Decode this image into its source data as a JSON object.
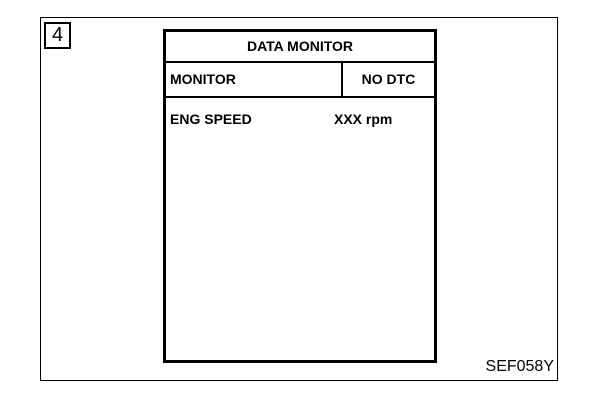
{
  "step_number": "4",
  "screen": {
    "title": "DATA MONITOR",
    "mode_label": "MONITOR",
    "status": "NO DTC",
    "rows": [
      {
        "name": "ENG SPEED",
        "value": "XXX rpm"
      }
    ]
  },
  "reference_code": "SEF058Y",
  "colors": {
    "line": "#000000",
    "background": "#ffffff"
  }
}
